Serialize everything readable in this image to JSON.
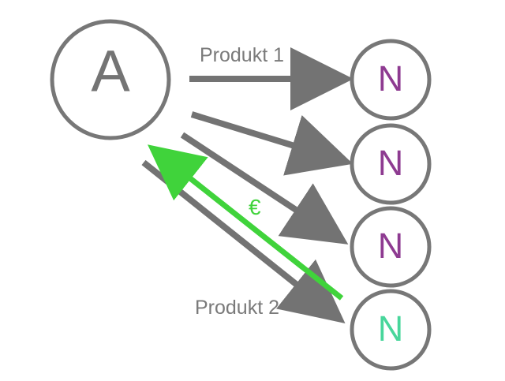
{
  "diagram": {
    "source_node": {
      "label": "A"
    },
    "target_nodes": [
      {
        "label": "N",
        "color": "#8e3b91"
      },
      {
        "label": "N",
        "color": "#8e3b91"
      },
      {
        "label": "N",
        "color": "#8e3b91"
      },
      {
        "label": "N",
        "color": "#48d69b"
      }
    ],
    "labels": {
      "product_1": "Produkt 1",
      "product_2": "Produkt 2",
      "payment": "€"
    },
    "colors": {
      "node_outline": "#777777",
      "arrow": "#737373",
      "label": "#7a7a7a",
      "payment": "#40d33b"
    }
  }
}
